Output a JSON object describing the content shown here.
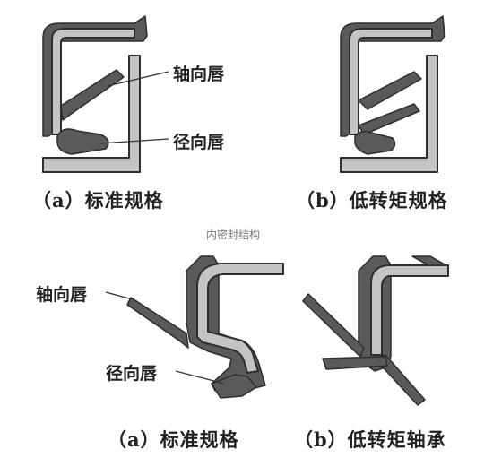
{
  "colors": {
    "dark_rubber": "#5a5a5a",
    "light_metal": "#c4c4c4",
    "outline": "#2e2e2e",
    "leader": "#333333"
  },
  "top": {
    "left": {
      "axial_lip_label": "轴向唇",
      "radial_lip_label": "径向唇",
      "caption": "（a）标准规格"
    },
    "right": {
      "caption": "（b）低转矩规格"
    }
  },
  "watermark": "内密封结构",
  "bottom": {
    "left": {
      "axial_lip_label": "轴向唇",
      "radial_lip_label": "径向唇",
      "caption": "（a）标准规格"
    },
    "right": {
      "caption": "（b）低转矩轴承"
    }
  }
}
